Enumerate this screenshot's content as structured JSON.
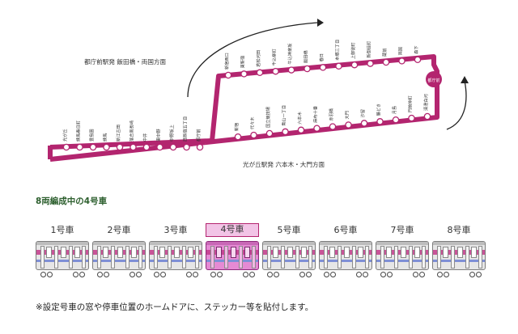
{
  "directions": {
    "upper": "都庁前駅発 飯田橋・両国方面",
    "lower": "光が丘駅発 六本木・大門方面"
  },
  "line_color": "#b3256f",
  "stations_lower": [
    "光が丘",
    "練馬春日町",
    "豊島園",
    "練馬",
    "新江古田",
    "落合南長崎",
    "中井",
    "東中野",
    "中野坂上",
    "西新宿五丁目",
    "都庁前"
  ],
  "stations_middle": [
    "新宿西口",
    "東新宿",
    "若松河田",
    "牛込柳町",
    "牛込神楽坂",
    "飯田橋",
    "春日",
    "本郷三丁目",
    "上御徒町",
    "新御徒町",
    "蔵前",
    "両国",
    "森下",
    "清澄白河",
    "門前仲町",
    "月島",
    "勝どき",
    "汐留",
    "大門",
    "赤羽橋",
    "麻布十番",
    "六本木",
    "青山一丁目",
    "国立競技場",
    "代々木",
    "新宿"
  ],
  "hub_station_text": "都庁前",
  "section_title": "8両編成中の4号車",
  "cars": [
    {
      "label": "1号車",
      "highlight": false
    },
    {
      "label": "2号車",
      "highlight": false
    },
    {
      "label": "3号車",
      "highlight": false
    },
    {
      "label": "4号車",
      "highlight": true
    },
    {
      "label": "5号車",
      "highlight": false
    },
    {
      "label": "6号車",
      "highlight": false
    },
    {
      "label": "7号車",
      "highlight": false
    },
    {
      "label": "8号車",
      "highlight": false
    }
  ],
  "note": "※設定号車の窓や停車位置のホームドアに、ステッカー等を貼付します。"
}
